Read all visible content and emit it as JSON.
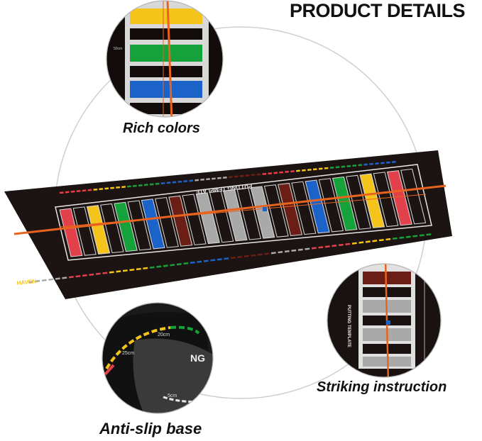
{
  "header": {
    "title": "PRODUCT DETAILS"
  },
  "callouts": {
    "rich_colors": "Rich colors",
    "striking_instruction": "Striking instruction",
    "anti_slip_base": "Anti-slip base"
  },
  "mat": {
    "print_title": "PUTTING TEMPLATE",
    "brand": "HAVEN"
  },
  "anti_slip_labels": {
    "a": "20cm",
    "b": "25cm",
    "c": "5cm",
    "d": "NG"
  },
  "colors": {
    "mat": "#1c1413",
    "red": "#e2404b",
    "yellow": "#f4c41b",
    "green": "#16a23a",
    "blue": "#1b63c9",
    "brown": "#6b1e16",
    "gray": "#a9a9a9",
    "orange_line": "#e8641e"
  }
}
